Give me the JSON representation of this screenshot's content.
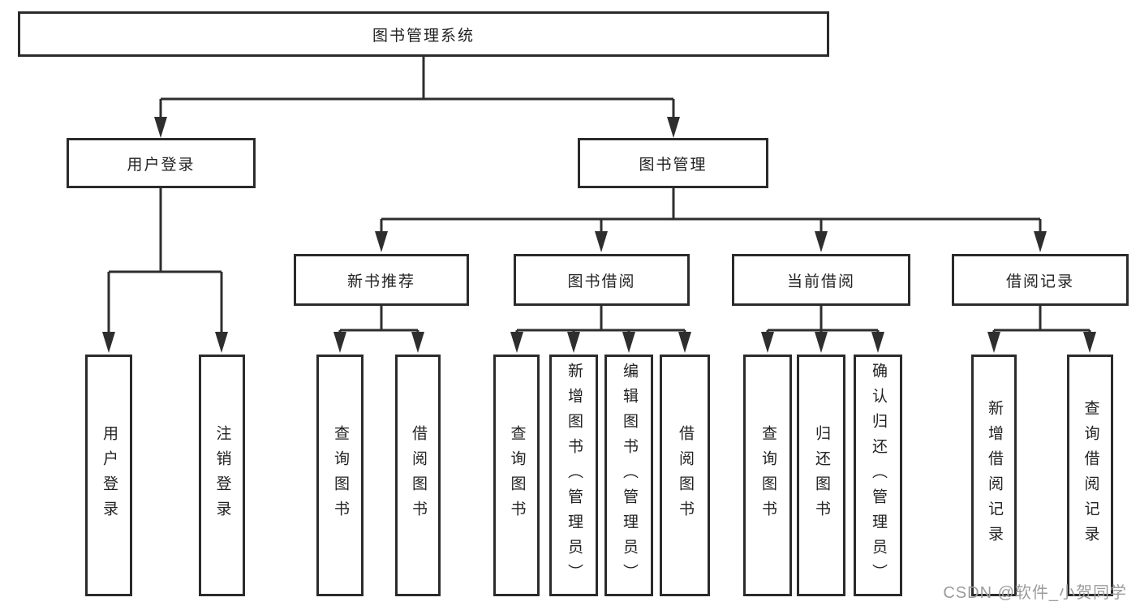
{
  "diagram": {
    "root": {
      "label": "图书管理系统"
    },
    "user_login": {
      "label": "用户登录",
      "children": [
        {
          "label": "用户登录"
        },
        {
          "label": "注销登录"
        }
      ]
    },
    "book_management": {
      "label": "图书管理",
      "groups": [
        {
          "label": "新书推荐",
          "children": [
            {
              "label": "查询图书"
            },
            {
              "label": "借阅图书"
            }
          ]
        },
        {
          "label": "图书借阅",
          "children": [
            {
              "label": "查询图书"
            },
            {
              "label": "新增图书（管理员）"
            },
            {
              "label": "编辑图书（管理员）"
            },
            {
              "label": "借阅图书"
            }
          ]
        },
        {
          "label": "当前借阅",
          "children": [
            {
              "label": "查询图书"
            },
            {
              "label": "归还图书"
            },
            {
              "label": "确认归还（管理员）"
            }
          ]
        },
        {
          "label": "借阅记录",
          "children": [
            {
              "label": "新增借阅记录"
            },
            {
              "label": "查询借阅记录"
            }
          ]
        }
      ]
    }
  },
  "watermark": {
    "text": "CSDN @软件_小贺同学"
  },
  "colors": {
    "background": "#ffffff",
    "line": "#2e2e2e",
    "box_border": "#2b2b2b",
    "text": "#222222",
    "watermark": "#9c9c9c"
  }
}
